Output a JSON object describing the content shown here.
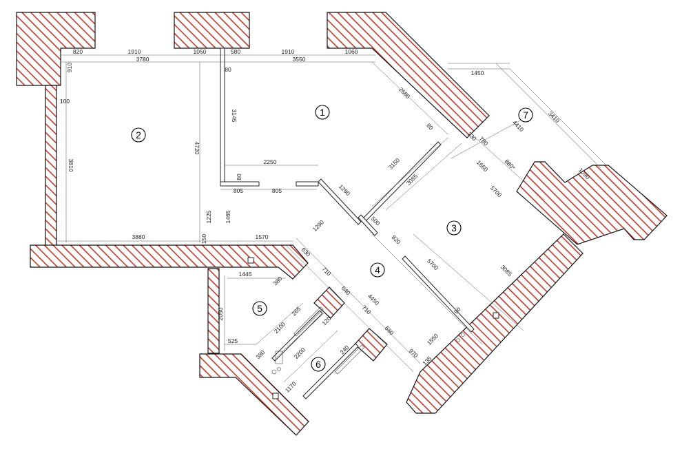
{
  "rooms": [
    "1",
    "2",
    "3",
    "4",
    "5",
    "6",
    "7"
  ],
  "dimensions": {
    "top_820": "820",
    "top_1910a": "1910",
    "top_1050": "1050",
    "top_580": "580",
    "top_1910b": "1910",
    "top_1060": "1060",
    "r2_3780": "3780",
    "r1_3550": "3550",
    "d_910": "910",
    "d_100": "100",
    "d_80a": "80",
    "d_3145": "3145",
    "d_4720": "4720",
    "d_3810": "3810",
    "d_2580": "2580",
    "d_80b": "80",
    "d_330": "330",
    "d_1450": "1450",
    "d_4410": "4410",
    "d_3410": "3410",
    "d_780": "780",
    "d_880": "880*",
    "d_1660": "1660",
    "d_1090": "1090",
    "d_2250": "2250",
    "d_80c": "80",
    "d_805a": "805",
    "d_805b": "805",
    "d_1290": "1290",
    "d_3150": "3150",
    "d_3085a": "3085",
    "d_5700a": "5700",
    "d_1225": "1225",
    "d_1465": "1465",
    "d_3880": "3880",
    "d_150": "150",
    "d_1570": "1570",
    "d_1290b": "1290",
    "d_500": "500",
    "d_820": "820",
    "d_630": "630",
    "d_5700b": "5700",
    "d_3085b": "3085",
    "d_710a": "710",
    "d_640": "640",
    "d_4450": "4450",
    "d_710b": "710",
    "d_660": "660",
    "d_1445": "1445",
    "d_380a": "380",
    "d_2050": "2050",
    "d_265": "265",
    "d_2100": "2100",
    "d_120": "120",
    "d_90": "90",
    "d_1550": "1550",
    "d_525": "525",
    "d_380b": "380",
    "d_2200": "2200",
    "d_240": "240",
    "d_970": "970",
    "d_135": "135",
    "d_1170": "1170"
  }
}
